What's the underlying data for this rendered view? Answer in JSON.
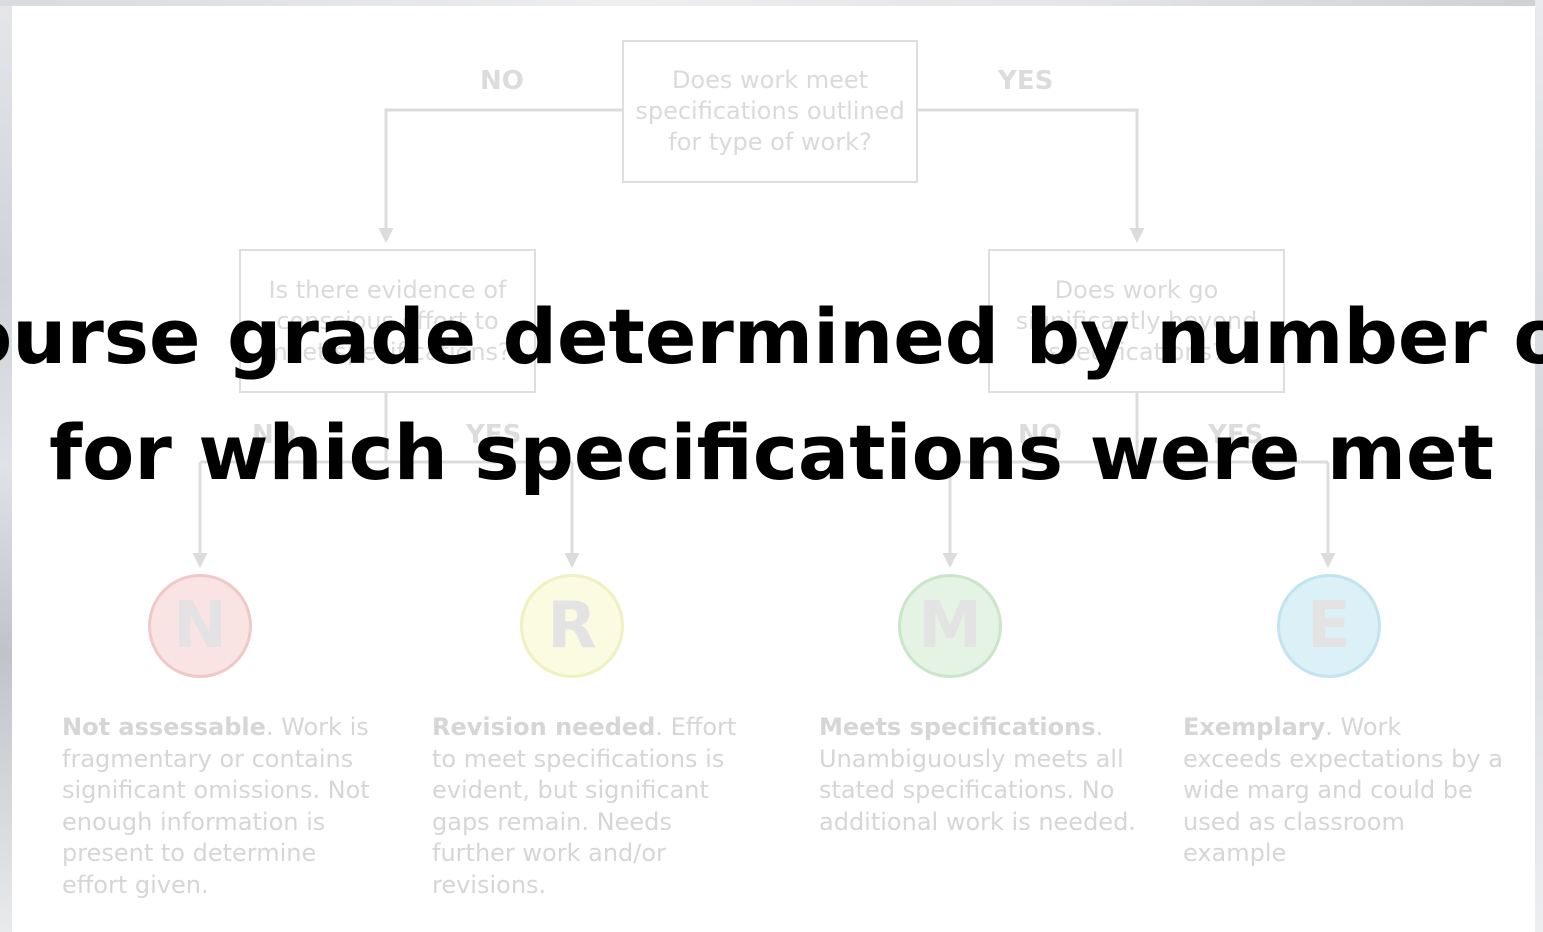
{
  "diagram": {
    "root_question": "Does work meet specifications outlined for type of work?",
    "left_question": "Is there evidence of conscious effort to meet specifications?",
    "right_question": "Does work go significantly beyond specifications?",
    "branch_labels": {
      "root_no": "NO",
      "root_yes": "YES",
      "left_no": "NO",
      "left_yes": "YES",
      "right_no": "NO",
      "right_yes": "YES"
    },
    "outcomes": [
      {
        "letter": "N",
        "title": "Not assessable",
        "text": ". Work is fragmentary or contains significant omissions. Not enough information is present to determine effort given.",
        "fill": "#f9e3e3",
        "stroke": "#f0c8c8"
      },
      {
        "letter": "R",
        "title": "Revision needed",
        "text": ". Effort to meet specifications is evident, but significant gaps remain. Needs further work and/or revisions.",
        "fill": "#fbfbe1",
        "stroke": "#f0f0c2"
      },
      {
        "letter": "M",
        "title": "Meets specifications",
        "text": ". Unambiguously meets all stated specifications. No additional work is needed.",
        "fill": "#e4f3e4",
        "stroke": "#c9e6c9"
      },
      {
        "letter": "E",
        "title": "Exemplary",
        "text": ". Work exceeds expectations by a wide marg and could be used as classroom example",
        "fill": "#dcf0f8",
        "stroke": "#c2e3f0"
      }
    ]
  },
  "overlay": {
    "line1": "ourse grade determined by number of un",
    "line2": "for which specifications were met"
  },
  "colors": {
    "line": "#dcdcdc",
    "letter": "#e3e3e3",
    "overlay_text": "#000000"
  }
}
